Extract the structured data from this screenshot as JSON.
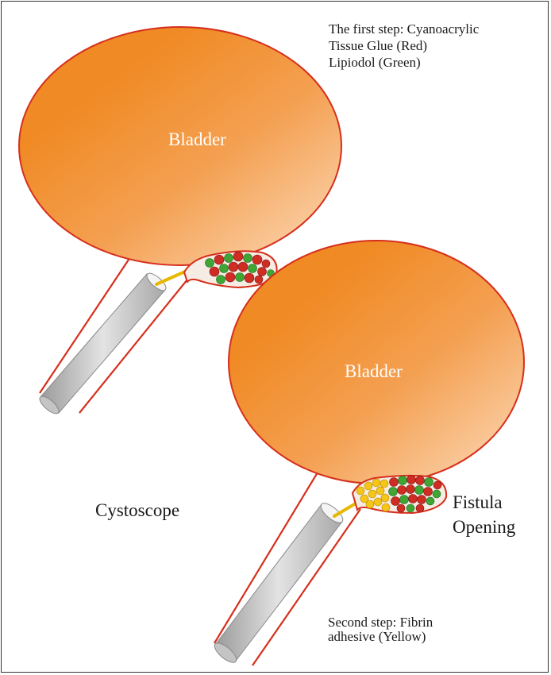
{
  "labels": {
    "step1_line1": "The first step: Cyanoacrylic",
    "step1_line2": "Tissue Glue (Red)",
    "step1_line3": "Lipiodol (Green)",
    "bladder_top": "Bladder",
    "bladder_bottom": "Bladder",
    "cystoscope": "Cystoscope",
    "fistula_line1": "Fistula",
    "fistula_line2": "Opening",
    "step2_line1": "Second step: Fibrin",
    "step2_line2": "adhesive (Yellow)"
  },
  "colors": {
    "bladder_orange": "#f08a24",
    "bladder_light": "#fbd8b4",
    "outline_red": "#d62f1c",
    "glue_red": "#cf2d24",
    "lipiodol_green": "#3fa535",
    "fibrin_yellow": "#f5c518",
    "scope_gray": "#b8b8b8"
  }
}
